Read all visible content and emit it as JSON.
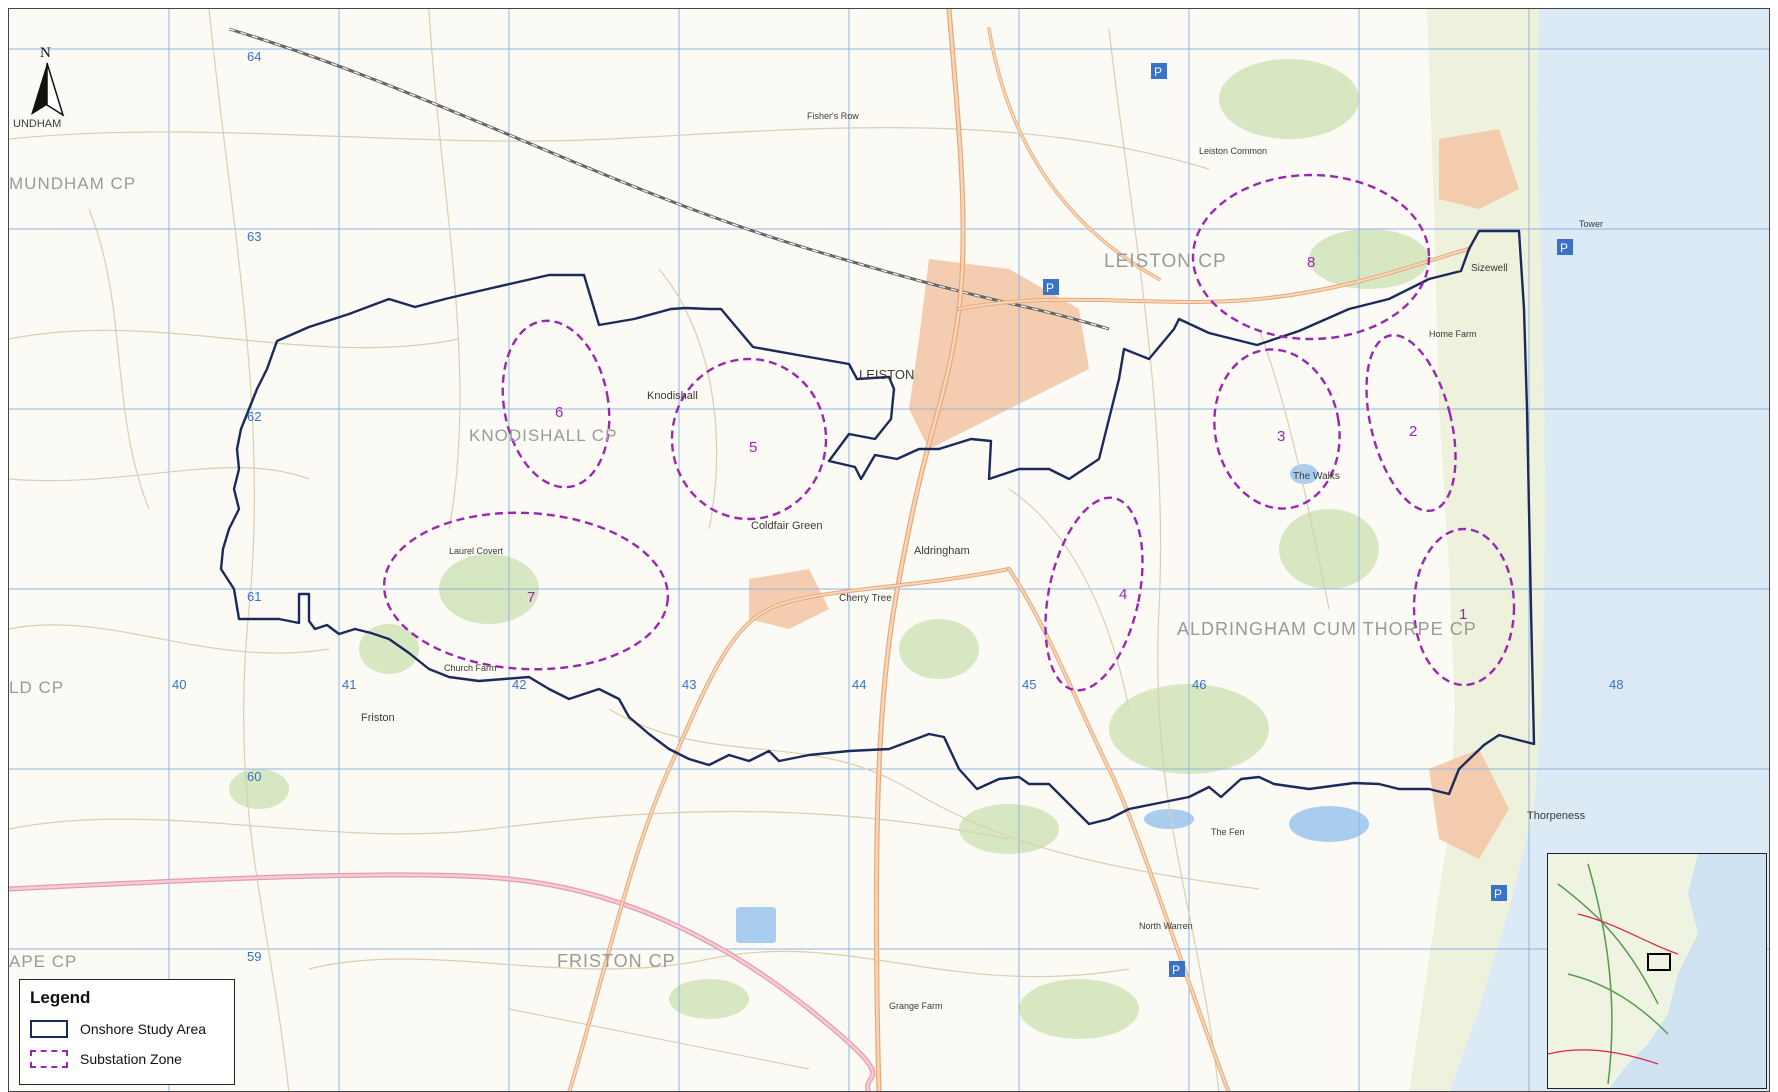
{
  "north": {
    "label": "N"
  },
  "legend": {
    "title": "Legend",
    "items": [
      {
        "label": "Onshore Study Area",
        "color": "#1b2a5a"
      },
      {
        "label": "Substation Zone",
        "color": "#9b27b0"
      }
    ]
  },
  "zones": [
    "1",
    "2",
    "3",
    "4",
    "5",
    "6",
    "7",
    "8"
  ],
  "parishes": {
    "leiston": "LEISTON CP",
    "knodishall": "KNODISHALL CP",
    "aldringham": "ALDRINGHAM CUM THORPE CP",
    "friston": "FRISTON CP",
    "sternfield": "MUNDHAM CP",
    "left": "LD CP",
    "bottom_left": "APE CP"
  },
  "places": {
    "leiston": "LEISTON",
    "aldringham": "Aldringham",
    "coldfair": "Coldfair Green",
    "knodishall": "Knodishall",
    "friston": "Friston",
    "thorpeness": "Thorpeness",
    "leiston_common": "Leiston Common",
    "cherry_tree": "Cherry Tree",
    "the_walks": "The Walks",
    "tower": "Tower",
    "sizewell": "Sizewell",
    "home_farm": "Home Farm",
    "church_farm": "Church Farm",
    "laurel_covert": "Laurel Covert",
    "fen": "The Fen",
    "north_warren": "North Warren",
    "grange_farm": "Grange Farm",
    "fisher_row": "Fisher's Row",
    "undham": "UNDHAM"
  },
  "grid": [
    "61",
    "62",
    "63",
    "64",
    "59",
    "60",
    "40",
    "41",
    "42",
    "43",
    "44",
    "45",
    "46",
    "48"
  ],
  "colors": {
    "study_area": "#1b2a5a",
    "zone": "#9b27b0",
    "sea": "#dbeaf5",
    "grid": "#8fb4e0"
  }
}
